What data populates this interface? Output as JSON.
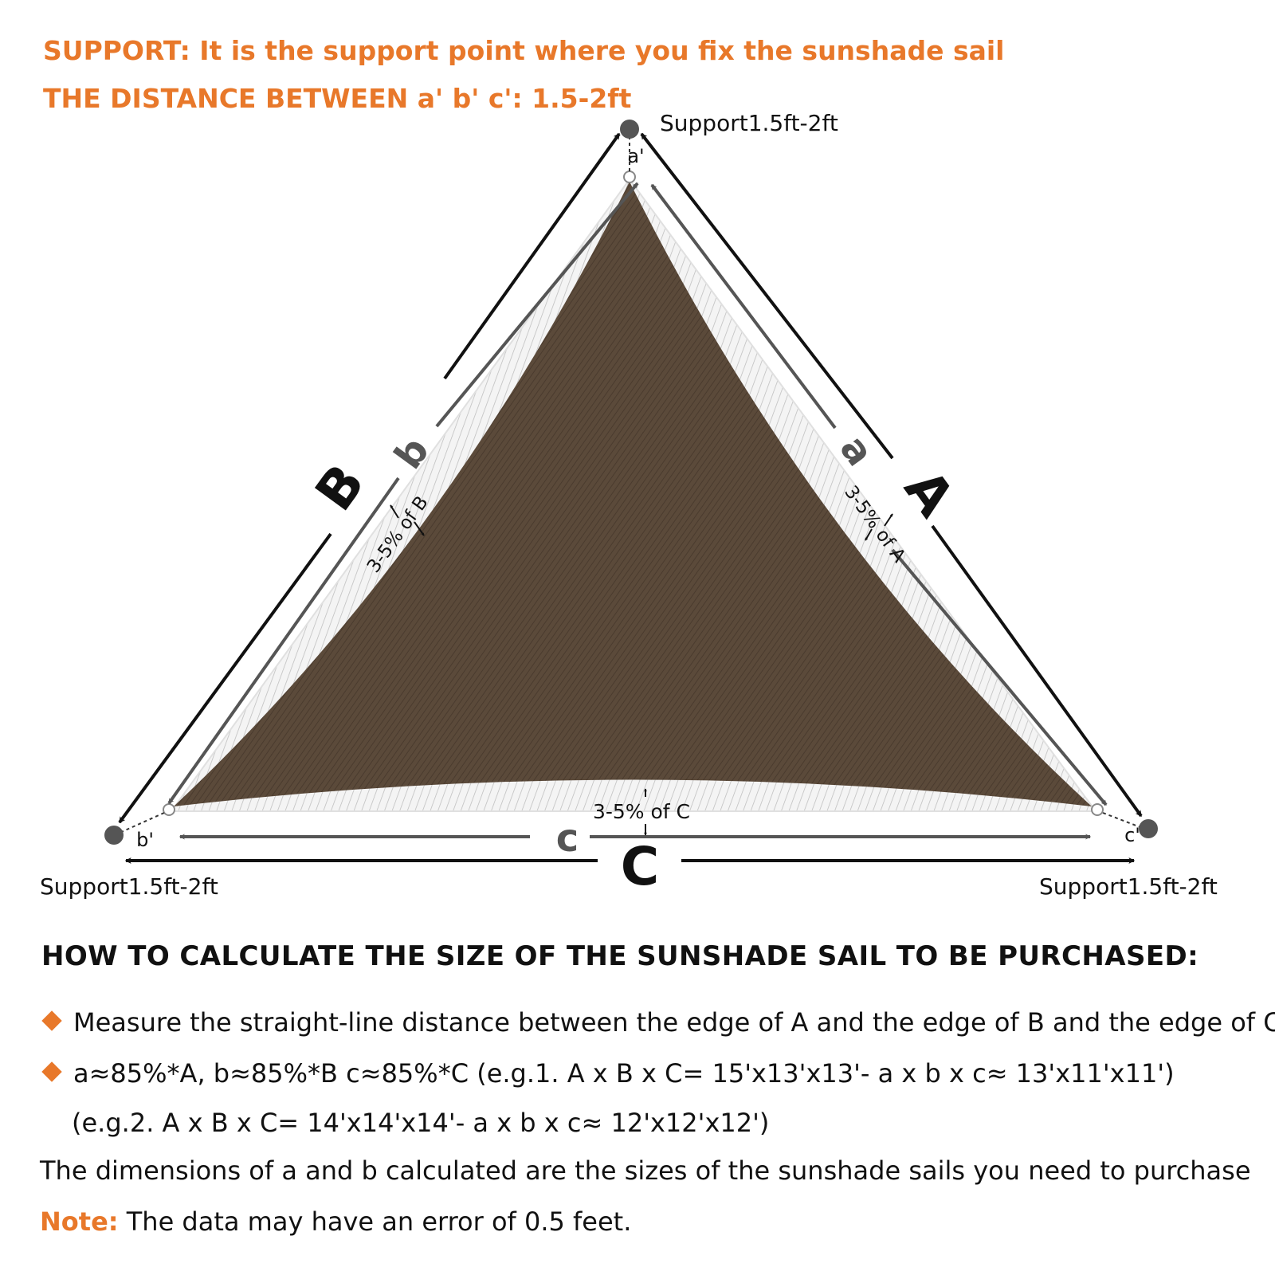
{
  "header": {
    "support_def": "SUPPORT: It is the support point where you fix the sunshade sail",
    "distance_def": "THE DISTANCE BETWEEN a' b' c': 1.5-2ft"
  },
  "diagram": {
    "sail_color": "#5b4a3a",
    "accent_color": "#e8782a",
    "outer_labels": {
      "A": "A",
      "B": "B",
      "C": "C"
    },
    "inner_labels": {
      "a": "a",
      "b": "b",
      "c": "c"
    },
    "corner_labels": {
      "top": "a'",
      "left": "b'",
      "right": "c'"
    },
    "curve_labels": {
      "a_side": "3-5% of A",
      "b_side": "3-5% of B",
      "c_side": "3-5% of C"
    },
    "supports": {
      "top": "Support1.5ft-2ft",
      "left": "Support1.5ft-2ft",
      "right": "Support1.5ft-2ft"
    }
  },
  "instructions": {
    "title": "HOW TO CALCULATE THE SIZE OF THE  SUNSHADE SAIL TO BE PURCHASED:",
    "bullet1": "Measure the straight-line distance between the edge of A and the edge of B and the edge of C",
    "bullet2": "a≈85%*A,     b≈85%*B   c≈85%*C      (e.g.1. A x B x C= 15'x13'x13'- a x b x c≈ 13'x11'x11')",
    "bullet2_cont": "(e.g.2. A x B x C= 14'x14'x14'- a x b x c≈ 12'x12'x12')",
    "dimensions_note": "The dimensions of a and b calculated are the sizes of the sunshade sails you need to purchase",
    "note_label": "Note:",
    "note_text": " The data may have an error of 0.5 feet."
  }
}
